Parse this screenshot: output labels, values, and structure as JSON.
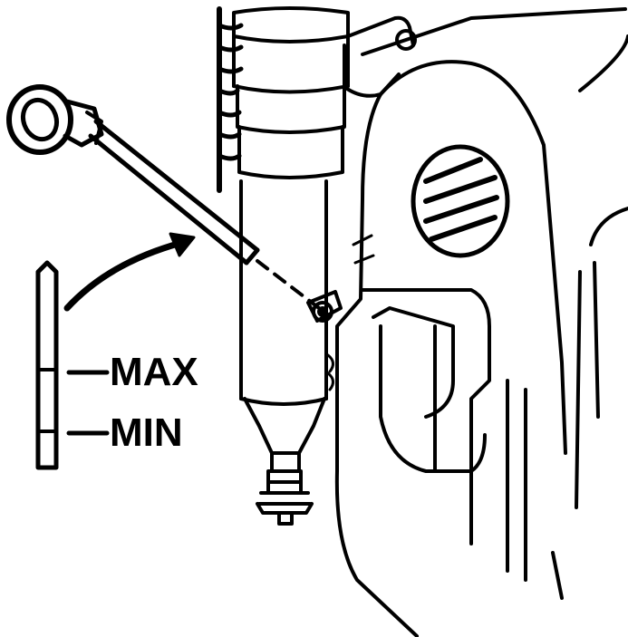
{
  "diagram": {
    "labels": {
      "max": "MAX",
      "min": "MIN"
    },
    "parts": [
      "dipstick",
      "dipstick-handle-ring",
      "dipstick-tube",
      "oil-filter-housing",
      "engine-block",
      "inset-dipstick-blade",
      "arrow-to-inset"
    ],
    "colors": {
      "ink": "#000000",
      "paper": "#ffffff"
    }
  }
}
